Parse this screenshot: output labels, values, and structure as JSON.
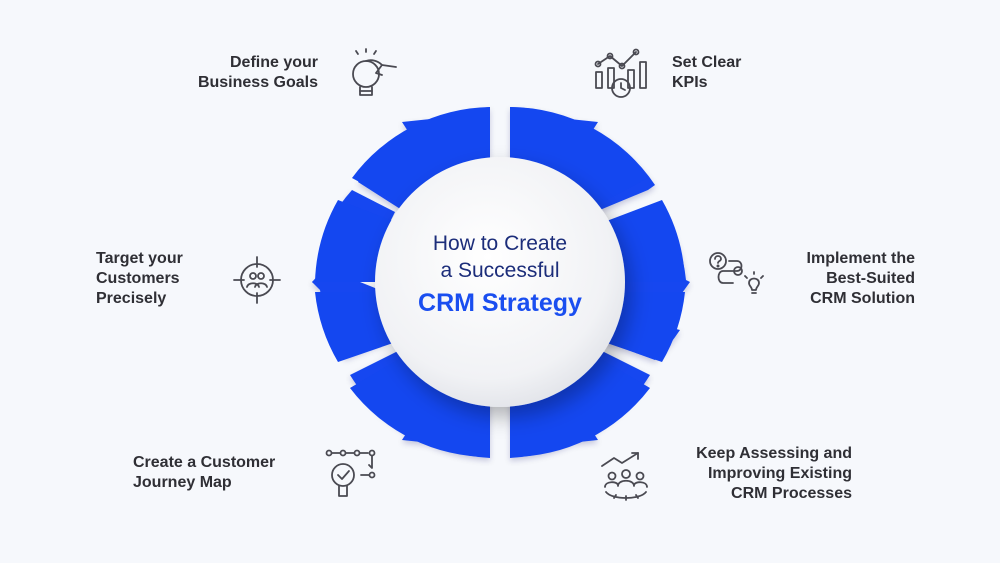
{
  "center": {
    "line1": "How to Create",
    "line2": "a Successful",
    "line3": "CRM Strategy"
  },
  "steps": [
    {
      "lines": [
        "Define your",
        "Business Goals"
      ],
      "icon": "idea-hand-icon"
    },
    {
      "lines": [
        "Set Clear",
        "KPIs"
      ],
      "icon": "kpi-chart-icon"
    },
    {
      "lines": [
        "Target your",
        "Customers",
        "Precisely"
      ],
      "icon": "target-customers-icon"
    },
    {
      "lines": [
        "Implement the",
        "Best-Suited",
        "CRM Solution"
      ],
      "icon": "solution-flow-icon"
    },
    {
      "lines": [
        "Create a Customer",
        "Journey Map"
      ],
      "icon": "journey-map-icon"
    },
    {
      "lines": [
        "Keep Assessing and",
        "Improving Existing",
        "CRM Processes"
      ],
      "icon": "team-growth-icon"
    }
  ],
  "colors": {
    "segment_blue": "#1447f0",
    "text_dark": "#2f2f35",
    "title_navy": "#1c2d7a",
    "title_blue": "#1a4ef0",
    "icon_gray": "#4a4a52",
    "background": "#f6f8fc"
  }
}
